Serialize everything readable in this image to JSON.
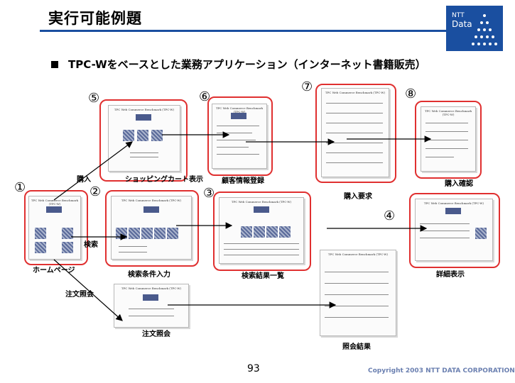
{
  "header": {
    "title": "実行可能例題",
    "subtitle": "TPC-Wをベースとした業務アプリケーション（インターネット書籍販売）"
  },
  "logo": {
    "line1": "NTT",
    "line2": "Data"
  },
  "markers": [
    "①",
    "②",
    "③",
    "④",
    "⑤",
    "⑥",
    "⑦",
    "⑧"
  ],
  "labels": {
    "purchase": "購入",
    "cart": "ショッピングカート表示",
    "customer": "顧客情報登録",
    "request": "購入要求",
    "confirm": "購入確認",
    "search": "検索",
    "home": "ホームページ",
    "search_input": "検索条件入力",
    "results": "検索結果一覧",
    "detail": "詳細表示",
    "order_inquiry": "注文照会",
    "order_inquiry2": "注文照会",
    "inquiry_result": "照会結果"
  },
  "screens": {
    "home": "TPC Web Commerce Benchmark (TPC-W)",
    "cart": "TPC Web Commerce Benchmark (TPC-W)",
    "customer": "TPC Web Commerce Benchmark (TPC-W)",
    "request": "TPC Web Commerce Benchmark (TPC-W)",
    "confirm": "TPC Web Commerce Benchmark (TPC-W)",
    "search": "TPC Web Commerce Benchmark (TPC-W)",
    "results": "TPC Web Commerce Benchmark (TPC-W)",
    "detail": "TPC Web Commerce Benchmark (TPC-W)",
    "order": "TPC Web Commerce Benchmark (TPC-W)",
    "order_result": "TPC Web Commerce Benchmark (TPC-W)"
  },
  "footer": {
    "page": "93",
    "copyright": "Copyright 2003 NTT DATA CORPORATION"
  },
  "colors": {
    "accent": "#1a4fa0",
    "highlight": "#e03030",
    "copyright": "#6a7fb0"
  }
}
